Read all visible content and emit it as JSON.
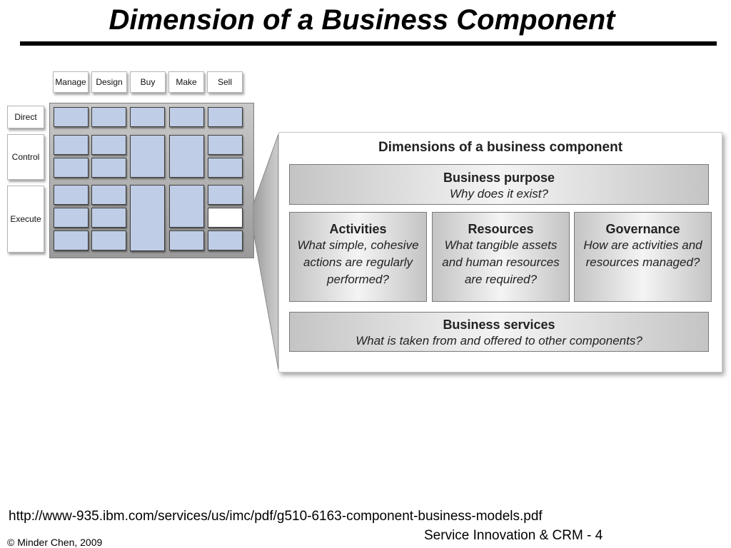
{
  "slide": {
    "title": "Dimension of a Business Component",
    "source_url": "http://www-935.ibm.com/services/us/imc/pdf/g510-6163-component-business-models.pdf",
    "footer_right": "Service Innovation & CRM - 4",
    "copyright": "© Minder Chen, 2009"
  },
  "map": {
    "columns": [
      "Manage",
      "Design",
      "Buy",
      "Make",
      "Sell"
    ],
    "rows": [
      "Direct",
      "Control",
      "Execute"
    ],
    "cell_color": "#bfcde6"
  },
  "dimensions": {
    "title": "Dimensions of a business component",
    "purpose": {
      "heading": "Business purpose",
      "question": "Why does it exist?"
    },
    "activities": {
      "heading": "Activities",
      "q1": "What simple, cohesive",
      "q2": "actions are regularly",
      "q3": "performed?"
    },
    "resources": {
      "heading": "Resources",
      "q1": "What tangible assets",
      "q2": "and human resources",
      "q3": "are required?"
    },
    "governance": {
      "heading": "Governance",
      "q1": "How are activities and",
      "q2": "resources managed?"
    },
    "services": {
      "heading": "Business services",
      "question": "What is taken from and offered to other components?"
    }
  }
}
